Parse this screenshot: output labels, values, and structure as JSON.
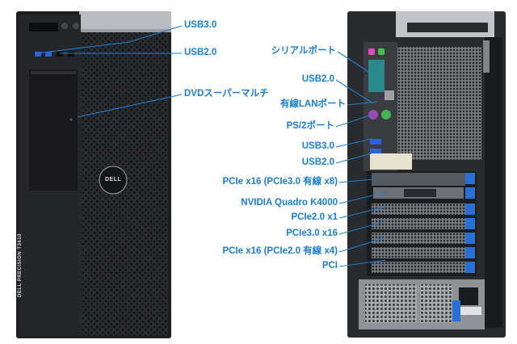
{
  "front_labels": {
    "usb3": "USB3.0",
    "usb2": "USB2.0",
    "dvd": "DVDスーパーマルチ"
  },
  "rear_labels": {
    "serial": "シリアルポート",
    "usb2_top": "USB2.0",
    "lan": "有線LANポート",
    "ps2": "PS/2ポート",
    "usb3": "USB3.0",
    "usb2_bottom": "USB2.0",
    "slot1": "PCIe x16 (PCIe3.0 有線 x8)",
    "slot2": "NVIDIA Quadro K4000",
    "slot3": "PCIe2.0 x1",
    "slot4": "PCIe3.0 x16",
    "slot5": "PCIe x16 (PCIe2.0 有線 x4)",
    "slot6": "PCI"
  },
  "brand": {
    "front_model": "DELL PRECISION T3610",
    "logo": "DELL"
  },
  "colors": {
    "label": "#1a7fd4",
    "case": "#1e1f22",
    "handle": "#b9bcc0",
    "pcie_latch": "#2a6fd6"
  }
}
